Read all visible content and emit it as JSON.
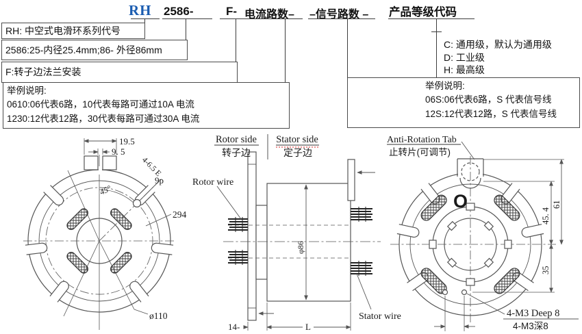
{
  "header": {
    "series": "RH",
    "size": "2586-",
    "flange": "F-",
    "current": "电流路数–",
    "signal": "–信号路数 –",
    "grade": "产品等级代码"
  },
  "boxes": {
    "series_desc": "RH:  中空式电滑环系列代号",
    "size_desc": "2586:25-内径25.4mm;86-  外径86mm",
    "flange_desc": "F:转子边法兰安装",
    "current_examples_title": "举例说明:",
    "current_example_1": "0610:06代表6路，10代表每路可通过10A 电流",
    "current_example_2": "1230:12代表12路，30代表每路可通过30A 电流",
    "grade_c": "C:  通用级，默认为通用级",
    "grade_d": "D:  工业级",
    "grade_h": "H:  最高级",
    "signal_examples_title": "举例说明:",
    "signal_example_1": "06S:06代表6路，S 代表信号线",
    "signal_example_2": "12S:12代表12路，S 代表信号线"
  },
  "labels": {
    "rotor_side_en": "Rotor side",
    "rotor_side_cn": "转子边",
    "stator_side_en": "Stator side",
    "stator_side_cn": "定子边",
    "anti_rotation_en": "Anti-Rotation  Tab",
    "anti_rotation_cn": "止转片(可调节)",
    "rotor_wire": "Rotor wire",
    "stator_wire": "Stator wire",
    "orientation_mark": "O"
  },
  "dims": {
    "tab_width": "19.5",
    "tab_slot": "9. 5",
    "mount_holes": "4-6.5 E",
    "mount_holes_sub": "9p",
    "angle": "45°",
    "bolt_circle": "294",
    "outer_dia": "ø110",
    "body_dia": "φ86",
    "flange_thk": "14-",
    "length": "L",
    "h1": "45. 4",
    "h2": "61",
    "h3": "35",
    "m3_en": "4-M3 Deep 8",
    "m3_cn": "4-M3深8"
  },
  "colors": {
    "accent": "#1a5cb0",
    "line": "#555555",
    "ink": "#111111"
  }
}
